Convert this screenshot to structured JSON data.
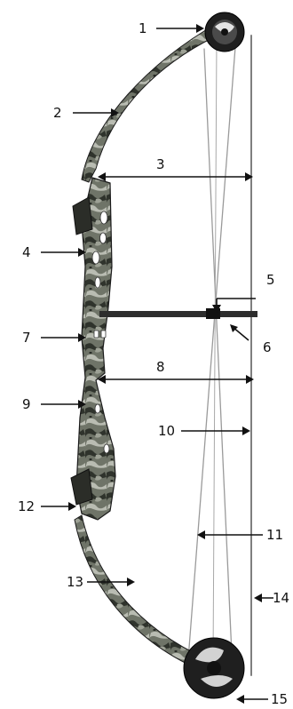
{
  "figure": {
    "kind": "labeled compound bow parts diagram",
    "labels": [
      {
        "id": "1",
        "text": "1"
      },
      {
        "id": "2",
        "text": "2"
      },
      {
        "id": "3",
        "text": "3"
      },
      {
        "id": "4",
        "text": "4"
      },
      {
        "id": "5",
        "text": "5"
      },
      {
        "id": "6",
        "text": "6"
      },
      {
        "id": "7",
        "text": "7"
      },
      {
        "id": "8",
        "text": "8"
      },
      {
        "id": "9",
        "text": "9"
      },
      {
        "id": "10",
        "text": "10"
      },
      {
        "id": "11",
        "text": "11"
      },
      {
        "id": "12",
        "text": "12"
      },
      {
        "id": "13",
        "text": "13"
      },
      {
        "id": "14",
        "text": "14"
      },
      {
        "id": "15",
        "text": "15"
      }
    ],
    "colors": {
      "camo_dark": "#2f332c",
      "camo_mid": "#6f7468",
      "camo_light": "#b9bcb2",
      "line": "#111111",
      "string": "#8a8a8a"
    }
  }
}
